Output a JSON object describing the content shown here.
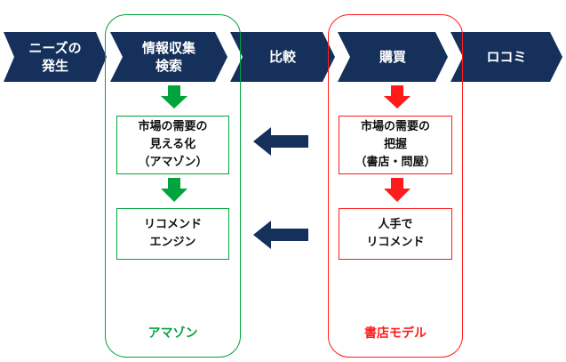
{
  "colors": {
    "navy": "#14305b",
    "green": "#00a33c",
    "red": "#ff1b1b"
  },
  "steps": [
    {
      "label": "ニーズの\n発生"
    },
    {
      "label": "情報収集\n検索"
    },
    {
      "label": "比較"
    },
    {
      "label": "購買"
    },
    {
      "label": "ロコミ"
    }
  ],
  "amazon": {
    "box1": "市場の需要の\n見える化\n（アマゾン）",
    "box2": "リコメンド\nエンジン",
    "label": "アマゾン"
  },
  "bookstore": {
    "box1": "市場の需要の\n把握\n（書店・問屋）",
    "box2": "人手で\nリコメンド",
    "label": "書店モデル"
  }
}
